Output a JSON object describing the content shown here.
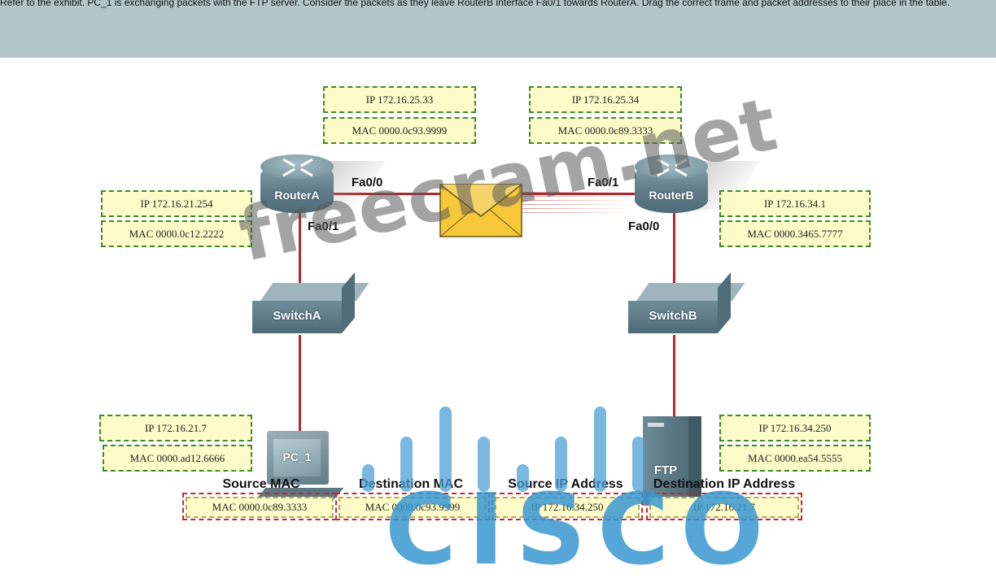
{
  "instructions": "Refer to the exhibit. PC_1 is exchanging packets with the FTP server. Consider the packets as they leave RouterB interface Fa0/1 towards RouterA. Drag the correct frame and packet addresses to their place in the table.",
  "devices": {
    "router_a": "RouterA",
    "router_b": "RouterB",
    "switch_a": "SwitchA",
    "switch_b": "SwitchB",
    "pc": "PC_1",
    "server": "FTP"
  },
  "interfaces": {
    "ra_fa00": "Fa0/0",
    "ra_fa01": "Fa0/1",
    "rb_fa01": "Fa0/1",
    "rb_fa00": "Fa0/0"
  },
  "address_tiles": {
    "ra_fa00_ip": "IP 172.16.25.33",
    "ra_fa00_mac": "MAC 0000.0c93.9999",
    "rb_fa01_ip": "IP 172.16.25.34",
    "rb_fa01_mac": "MAC 0000.0c89.3333",
    "ra_fa01_ip": "IP 172.16.21.254",
    "ra_fa01_mac": "MAC 0000.0c12.2222",
    "rb_fa00_ip": "IP 172.16.34.1",
    "rb_fa00_mac": "MAC 0000.3465.7777",
    "pc_ip": "IP 172.16.21.7",
    "pc_mac": "MAC 0000.ad12.6666",
    "ftp_ip": "IP 172.16.34.250",
    "ftp_mac": "MAC 0000.ea54.5555"
  },
  "answer_table": {
    "headers": [
      "Source MAC",
      "Destination MAC",
      "Source IP Address",
      "Destination IP Address"
    ],
    "values": [
      "MAC 0000.0c89.3333",
      "MAC 0000.0c93.9999",
      "IP 172.16.34.250",
      "IP 172.16.21.7"
    ]
  },
  "watermarks": {
    "site": "freecram.net",
    "brand": "CISCO"
  },
  "colors": {
    "header_bg": "#b3c7cb",
    "tile_bg": "#fdfcc8",
    "tile_border": "#3e8a2c",
    "link": "#b0282f",
    "target_border": "#c42828"
  }
}
